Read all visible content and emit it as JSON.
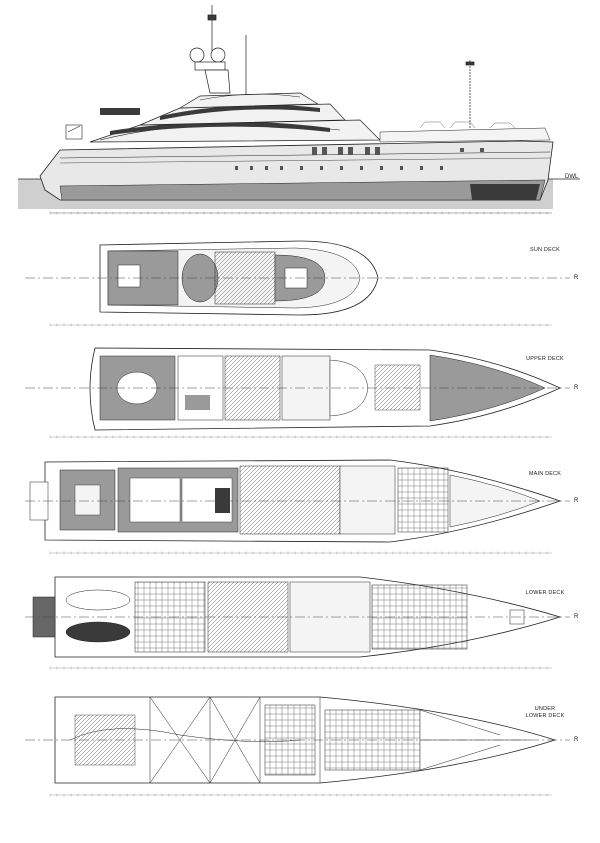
{
  "profile": {
    "dwl_label": "DWL"
  },
  "decks": [
    {
      "id": "sun",
      "label": "SUN DECK",
      "r_mark": "R"
    },
    {
      "id": "upper",
      "label": "UPPER DECK",
      "r_mark": "R"
    },
    {
      "id": "main",
      "label": "MAIN DECK",
      "r_mark": "R"
    },
    {
      "id": "lower",
      "label": "LOWER DECK",
      "r_mark": "R"
    },
    {
      "id": "under",
      "label_line1": "UNDER",
      "label_line2": "LOWER DECK",
      "r_mark": "R"
    }
  ],
  "colors": {
    "ink": "#222222",
    "hull_fill": "#cfcfcf",
    "deck_fill": "#9a9a9a",
    "dark": "#3a3a3a"
  }
}
